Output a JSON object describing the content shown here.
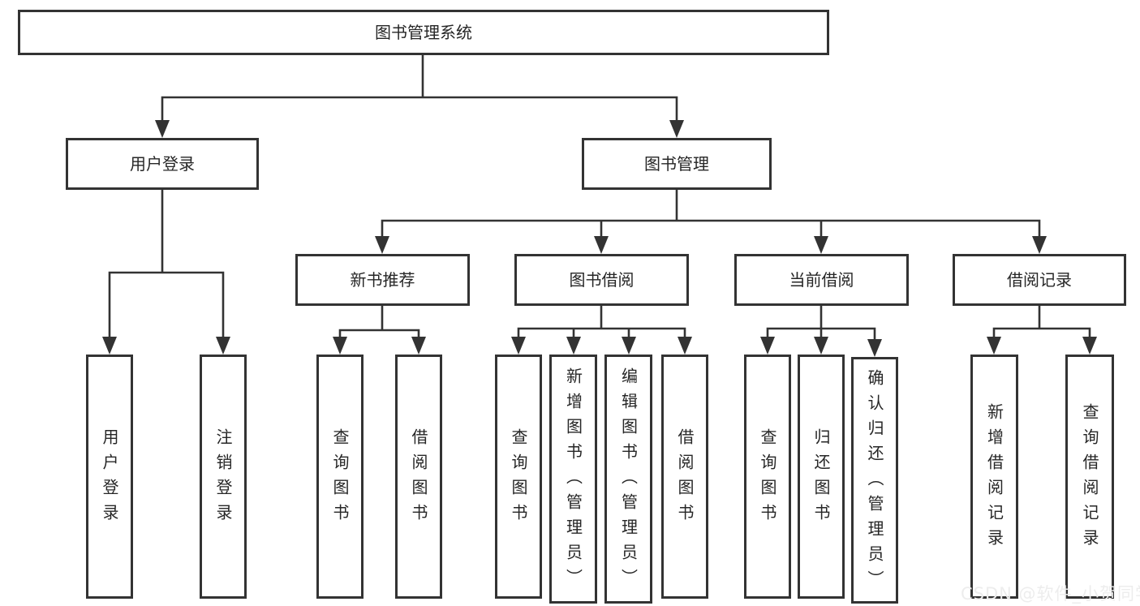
{
  "diagram": {
    "type": "tree",
    "root": {
      "label": "图书管理系统"
    },
    "level2": [
      {
        "label": "用户登录"
      },
      {
        "label": "图书管理"
      }
    ],
    "level3": [
      {
        "label": "新书推荐",
        "parent": "图书管理"
      },
      {
        "label": "图书借阅",
        "parent": "图书管理"
      },
      {
        "label": "当前借阅",
        "parent": "图书管理"
      },
      {
        "label": "借阅记录",
        "parent": "图书管理"
      }
    ],
    "leaves": [
      {
        "label": "用户登录",
        "parent": "用户登录"
      },
      {
        "label": "注销登录",
        "parent": "用户登录"
      },
      {
        "label": "查询图书",
        "parent": "新书推荐"
      },
      {
        "label": "借阅图书",
        "parent": "新书推荐"
      },
      {
        "label": "查询图书",
        "parent": "图书借阅"
      },
      {
        "label": "新增图书（管理员）",
        "parent": "图书借阅"
      },
      {
        "label": "编辑图书（管理员）",
        "parent": "图书借阅"
      },
      {
        "label": "借阅图书",
        "parent": "图书借阅"
      },
      {
        "label": "查询图书",
        "parent": "当前借阅"
      },
      {
        "label": "归还图书",
        "parent": "当前借阅"
      },
      {
        "label": "确认归还（管理员）",
        "parent": "当前借阅"
      },
      {
        "label": "新增借阅记录",
        "parent": "借阅记录"
      },
      {
        "label": "查询借阅记录",
        "parent": "借阅记录"
      }
    ],
    "watermark": "CSDN @软件_小贺同学",
    "colors": {
      "line": "#333333",
      "border": "#333333",
      "text": "#262626",
      "background": "#ffffff",
      "watermark": "#ededed"
    }
  }
}
